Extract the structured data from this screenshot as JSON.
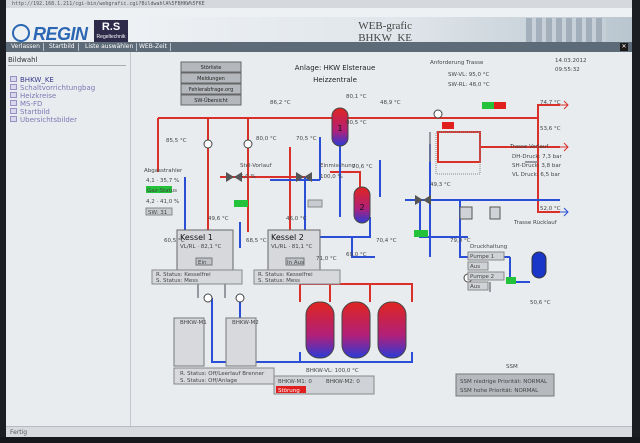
{
  "browser": {
    "url": "http://192.168.1.211/cgi-bin/webgrafic.cgi?BildwahlA%5FBHKW%5FKE"
  },
  "brand": {
    "regin": "REGIN",
    "rs_top": "R.S",
    "rs_bottom": "Regeltechnik",
    "webgrafic": "WEB-grafic",
    "site": "BHKW_KE"
  },
  "tabs": [
    "Verlassen",
    "Startbild",
    "Liste auswählen",
    "WEB-Zeit"
  ],
  "left": {
    "title": "Bildwahl",
    "items": [
      "BHKW_KE",
      "Schaltvorrichtungbag",
      "Heizkreise",
      "MS-FD",
      "Startbild",
      "Ubersichtsbilder"
    ]
  },
  "plant": {
    "title": "Anlage: HKW Elsteraue",
    "subtitle": "Heizzentrale",
    "date": "14.03.2012",
    "time": "09:55:32"
  },
  "controls": [
    "Störliste",
    "Meldungen",
    "Fehlerabfrage.org",
    "SW-Übersicht"
  ],
  "temps": {
    "t1": "86,2 °C",
    "t2": "80,1 °C",
    "t3": "48,9 °C",
    "t4": "80,0 °C",
    "t5": "85,5 °C",
    "t6": "80,5 °C",
    "t7": "70,5 °C",
    "t8": "70,6 °C",
    "t9": "70,4 °C",
    "t10": "79,0 °C",
    "t11": "74,7 °C",
    "t12": "53,6 °C",
    "t13": "52,0 °C",
    "t14": "49,6 °C",
    "t15": "46,0 °C",
    "t16": "71,0 °C",
    "t17": "69,0 °C",
    "t18": "60,5 °C",
    "t19": "68,5 °C",
    "t20": "50,6 °C",
    "t21": "49,3 °C"
  },
  "mischer": {
    "left_label": "Stel-Vorlauf",
    "left_val": "5,0 %",
    "right_label": "Einmischung",
    "right_val": "100,0 %"
  },
  "aussen": {
    "title": "Abgasstrahler",
    "l1": "4,1 · 35,7 %",
    "status": "Gaz-Status",
    "l2": "4,2 · 41,0 %",
    "sw": "SW: 31"
  },
  "kessel1": {
    "name": "Kessel 1",
    "val": "VL/RL · 82,1 °C",
    "state": "Ein",
    "s1": "R. Status: Kesselfrei",
    "s2": "S. Status: Mess"
  },
  "kessel2": {
    "name": "Kessel 2",
    "val": "VL/RL · 81,1 °C",
    "state": "In Aus",
    "s1": "R. Status: Kesselfrei",
    "s2": "S. Status: Mess"
  },
  "speicher": {
    "s1": "1",
    "s2": "2"
  },
  "anfdruck": {
    "title": "Anforderung Trasse",
    "l1": "SW-VL: 95,0 °C",
    "l2": "SW-RL: 48,0 °C"
  },
  "trasse": {
    "vl": "Trasse Vorlauf",
    "rl": "Trasse Rücklauf",
    "p1": "DH-Druck: 7,3 bar",
    "p2": "SH-Druck: 3,8 bar",
    "p3": "VL Druck: 6,5 bar"
  },
  "druck": {
    "title": "Druckhaltung",
    "pumpe1": "Pumpe 1",
    "pumpe2": "Pumpe 2",
    "p1": "Aus",
    "p2": "Aus"
  },
  "bhkw": {
    "m1": "BHKW-M1",
    "m2": "BHKW-M2",
    "status1": "R. Status: Off/Leerlauf Brenner",
    "status2": "S. Status: Off/Anlage",
    "vl": "BHKW-VL: 100,0 °C",
    "l1": "BHKW-M1: 0",
    "l2": "BHKW-M2: 0",
    "st": "Störung"
  },
  "ssm": {
    "title": "SSM",
    "l1": "SSM niedrige Priorität: NORMAL",
    "l2": "SSM hohe Priorität: NORMAL"
  },
  "status": {
    "left": "Fertig"
  },
  "colors": {
    "supply": "#d9302a",
    "return": "#2a4fd6",
    "grey": "#7a7f86",
    "green": "#23c23a",
    "red": "#e21f1f"
  }
}
